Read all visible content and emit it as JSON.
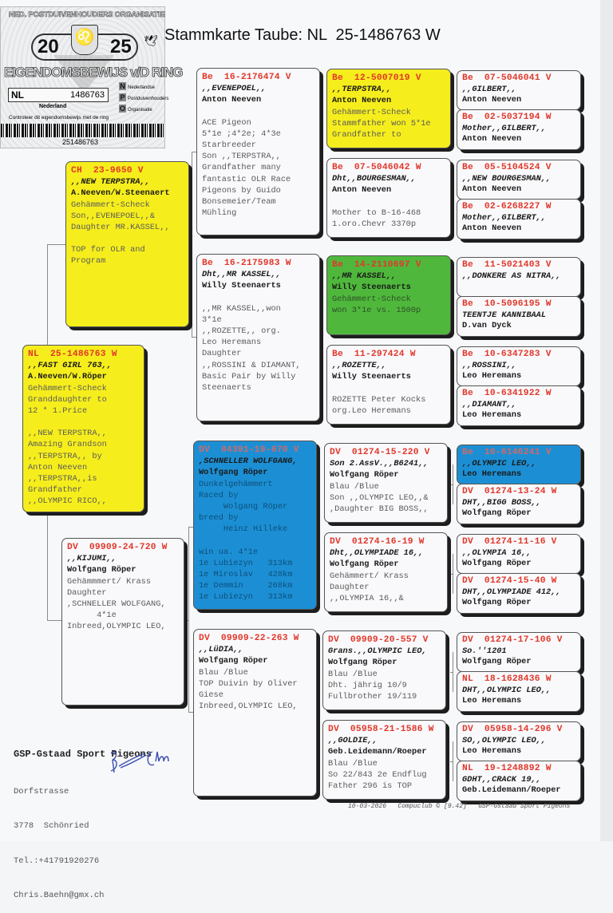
{
  "title": "Stammkarte Taube: NL  25-1486763 W",
  "certificate": {
    "organisation": "NED. POSTDUIVENHOUDERS ORGANISATIE",
    "year_left": "20",
    "year_right": "25",
    "heading": "EIGENDOMSBEWIJS v/D RING",
    "country_code": "NL",
    "ring_number": "1486763",
    "country": "Nederland",
    "npo": [
      "Nederlandse",
      "Postduivenhouders",
      "Organisatie"
    ],
    "control_text": "Controleer dit eigendomsbewijs met de ring",
    "barcode_number": "251486763"
  },
  "cards": [
    {
      "id": "subject",
      "color": "yellow",
      "ring": "NL  25-1486763 W",
      "name": ",,FAST GIRL 763,,",
      "owner": "A.Neeven/W.Röper",
      "notes": [
        "Gehämmert-Scheck",
        "Granddaughter to",
        "12 * 1.Price",
        "",
        ",,NEW TERPSTRA,,",
        "Amazing Grandson",
        ",,TERPSTRA,, by",
        "Anton Neeven",
        ",,TERPSTRA,,is",
        "Grandfather",
        ",,OLYMPIC RICO,,"
      ]
    },
    {
      "id": "sire",
      "color": "yellow",
      "ring": "CH  23-9650 V",
      "name": ",,NEW TERPSTRA,,",
      "owner": "A.Neeven/W.Steenaert",
      "notes": [
        "Gehämmert-Scheck",
        "Son,,EVENEPOEL,,&",
        "Daughter MR.KASSEL,,",
        "",
        "TOP for OLR and",
        "Program"
      ]
    },
    {
      "id": "dam",
      "color": "white",
      "ring": "DV  09909-24-720 W",
      "name": ",,KIJUMI,,",
      "owner": "Wolfgang Röper",
      "notes": [
        "Gehämmmert/ Krass",
        "Daughter",
        ",SCHNELLER WOLFGANG,",
        "      4*1e",
        "Inbreed,OLYMPIC LEO,"
      ]
    },
    {
      "id": "ss",
      "color": "white",
      "ring": "Be  16-2176474 V",
      "name": ",,EVENEPOEL,,",
      "owner": "Anton Neeven",
      "notes": [
        "",
        "ACE Pigeon",
        "5*1e ;4*2e; 4*3e",
        "Starbreeder",
        "Son ,,TERPSTRA,,",
        "Grandfather many",
        "fantastic OLR Race",
        "Pigeons by Guido",
        "Bonsemeier/Team",
        "Mühling"
      ]
    },
    {
      "id": "sd",
      "color": "white",
      "ring": "Be  16-2175983 W",
      "name": "Dht,,MR KASSEL,,",
      "owner": "Willy Steenaerts",
      "notes": [
        "",
        ",,MR KASSEL,,won",
        "3*1e",
        ",,ROZETTE,, org.",
        "Leo Heremans",
        "Daughter",
        ",,ROSSINI & DIAMANT,",
        "Basic Pair by Willy",
        "Steenaerts"
      ]
    },
    {
      "id": "ds",
      "color": "blue",
      "ring": "DV  04391-19-670 V",
      "name": ",SCHNELLER WOLFGANG,",
      "owner": "Wolfgang Röper",
      "notes": [
        "Dunkelgehämmert",
        "Raced by",
        "     Wolgang Röper",
        "breed by",
        "     Heinz Hilleke",
        "",
        "win ua. 4*1e",
        "1e Lubiezyn   313km",
        "1e Miroslav   428km",
        "1e Demmin     268km",
        "1e Lubiezyn   313km"
      ]
    },
    {
      "id": "dd",
      "color": "white",
      "ring": "DV  09909-22-263 W",
      "name": ",,LüDIA,,",
      "owner": "Wolfgang Röper",
      "notes": [
        "Blau /Blue",
        "TOP Duivin by Oliver",
        "Giese",
        "Inbreed,OLYMPIC LEO,"
      ]
    },
    {
      "id": "sss",
      "color": "yellow",
      "ring": "Be  12-5007019 V",
      "name": ",,TERPSTRA,,",
      "owner": "Anton Neeven",
      "notes": [
        "Gehämmert-Scheck",
        "Stammfather won 5*1e",
        "Grandfather to"
      ]
    },
    {
      "id": "ssd",
      "color": "white",
      "ring": "Be  07-5046042 W",
      "name": "Dht,,BOURGESMAN,,",
      "owner": "Anton Neeven",
      "notes": [
        "",
        "Mother to B-16-468",
        "1.oro.Chevr 3370p"
      ]
    },
    {
      "id": "sds",
      "color": "green",
      "ring": "Be  14-2110697 V",
      "name": ",,MR KASSEL,,",
      "owner": "Willy Steenaerts",
      "notes": [
        "Gehämmert-Scheck",
        "won 3*1e vs. 1500p"
      ]
    },
    {
      "id": "sdd",
      "color": "white",
      "ring": "Be  11-297424 W",
      "name": ",,ROZETTE,,",
      "owner": "Willy Steenaerts",
      "notes": [
        "",
        "ROZETTE Peter Kocks",
        "org.Leo Heremans"
      ]
    },
    {
      "id": "dss",
      "color": "white",
      "ring": "DV  01274-15-220 V",
      "name": "Son 2.AssV.,,B6241,,",
      "owner": "Wolfgang Röper",
      "notes": [
        "Blau /Blue",
        "Son ,,OLYMPIC LEO,,&",
        ",Daughter BIG BOSS,,"
      ]
    },
    {
      "id": "dsd",
      "color": "white",
      "ring": "DV  01274-16-19 W",
      "name": "Dht,,OLYMPIADE 16,,",
      "owner": "Wolfgang Röper",
      "notes": [
        "Gehämmert/ Krass",
        "Daughter",
        ",,OLYMPIA 16,,&"
      ]
    },
    {
      "id": "dds",
      "color": "white",
      "ring": "DV  09909-20-557 V",
      "name": "Grans.,,OLYMPIC LEO,",
      "owner": "Wolfgang Röper",
      "notes": [
        "Blau /Blue",
        "Dht. jährig 10/9",
        "Fullbrother 19/119"
      ]
    },
    {
      "id": "ddd",
      "color": "white",
      "ring": "DV  05958-21-1586 W",
      "name": ",,GOLDIE,,",
      "owner": "Geb.Leidemann/Roeper",
      "notes": [
        "Blau /Blue",
        "So 22/843 2e Endflug",
        "Father 296 is TOP"
      ]
    },
    {
      "id": "g1",
      "color": "white",
      "ring": "Be  07-5046041 V",
      "name": ",,GILBERT,,",
      "owner": "Anton Neeven",
      "notes": []
    },
    {
      "id": "g2",
      "color": "white",
      "ring": "Be  02-5037194 W",
      "name": "Mother,,GILBERT,,",
      "owner": "Anton Neeven",
      "notes": []
    },
    {
      "id": "g3",
      "color": "white",
      "ring": "Be  05-5104524 V",
      "name": ",,NEW BOURGESMAN,,",
      "owner": "Anton Neeven",
      "notes": []
    },
    {
      "id": "g4",
      "color": "white",
      "ring": "Be  02-6268227 W",
      "name": "Mother,,GILBERT,,",
      "owner": "Anton Neeven",
      "notes": []
    },
    {
      "id": "g5",
      "color": "white",
      "ring": "Be  11-5021403 V",
      "name": ",,DONKERE AS NITRA,,",
      "owner": "",
      "notes": []
    },
    {
      "id": "g6",
      "color": "white",
      "ring": "Be  10-5096195 W",
      "name": "TEENTJE KANNIBAAL",
      "owner": "D.van Dyck",
      "notes": []
    },
    {
      "id": "g7",
      "color": "white",
      "ring": "Be  10-6347283 V",
      "name": ",,ROSSINI,,",
      "owner": "Leo Heremans",
      "notes": []
    },
    {
      "id": "g8",
      "color": "white",
      "ring": "Be  10-6341922 W",
      "name": ",,DIAMANT,,",
      "owner": "Leo Heremans",
      "notes": []
    },
    {
      "id": "g9",
      "color": "blue",
      "ring": "Be  10-6146241 V",
      "name": ",,OLYMPIC LEO,,",
      "owner": "Leo Heremans",
      "notes": []
    },
    {
      "id": "g10",
      "color": "white",
      "ring": "DV  01274-13-24 W",
      "name": "DHT,,BIGG BOSS,,",
      "owner": "Wolfgang Röper",
      "notes": []
    },
    {
      "id": "g11",
      "color": "white",
      "ring": "DV  01274-11-16 V",
      "name": ",,OLYMPIA 16,,",
      "owner": "Wolfgang Röper",
      "notes": []
    },
    {
      "id": "g12",
      "color": "white",
      "ring": "DV  01274-15-40 W",
      "name": "DHT,,OLYMPIADE 412,,",
      "owner": "Wolfgang Röper",
      "notes": []
    },
    {
      "id": "g13",
      "color": "white",
      "ring": "DV  01274-17-106 V",
      "name": "So.''1201",
      "owner": "Wolfgang Röper",
      "notes": []
    },
    {
      "id": "g14",
      "color": "white",
      "ring": "NL  18-1628436 W",
      "name": "DHT,,OLYMPIC LEO,,",
      "owner": "Leo Heremans",
      "notes": []
    },
    {
      "id": "g15",
      "color": "white",
      "ring": "DV  05958-14-296 V",
      "name": "SO,,OLYMPIC LEO,,",
      "owner": "Leo Heremans",
      "notes": []
    },
    {
      "id": "g16",
      "color": "white",
      "ring": "NL  19-1248892 W",
      "name": "GDHT,,CRACK 19,,",
      "owner": "Geb.Leidemann/Roeper",
      "notes": []
    }
  ],
  "breeder": {
    "company": "GSP-Gstaad Sport Pigeons",
    "street": "Dorfstrasse",
    "city": "3778  Schönried",
    "phone": "Tel.:+41791920276",
    "email": "Chris.Baehn@gmx.ch",
    "signature": "Bn Chr."
  },
  "footer": "10-03-2026   Compuclub © [9.42]   GSP-Gstaad Sport Pigeons"
}
